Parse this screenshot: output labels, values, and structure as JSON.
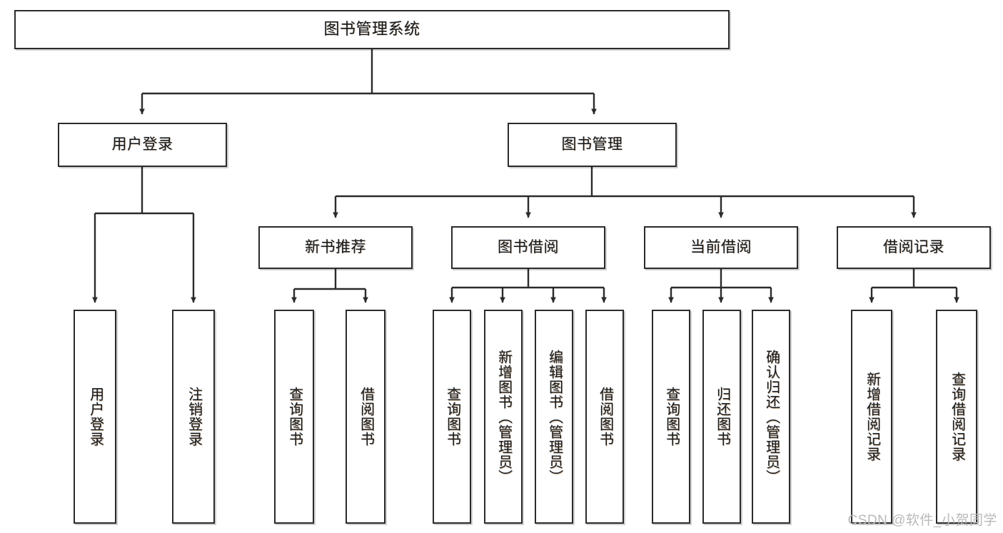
{
  "diagram": {
    "type": "hierarchy-tree",
    "title": "图书管理系统",
    "watermark": "CSDN @软件_小贺同学",
    "colors": {
      "stroke": "#2b2b2b",
      "fill": "#ffffff",
      "text": "#1a1a1a",
      "watermark": "#b9b9b9"
    },
    "nodes": {
      "root": {
        "label": "图书管理系统"
      },
      "level2": [
        {
          "id": "user-login",
          "label": "用户登录"
        },
        {
          "id": "book-manage",
          "label": "图书管理"
        }
      ],
      "level3": [
        {
          "id": "new-book-rec",
          "label": "新书推荐"
        },
        {
          "id": "book-borrow",
          "label": "图书借阅"
        },
        {
          "id": "current-borrow",
          "label": "当前借阅"
        },
        {
          "id": "borrow-record",
          "label": "借阅记录"
        }
      ],
      "leaves": [
        {
          "id": "leaf-user-login",
          "label": "用户登录",
          "parent": "user-login"
        },
        {
          "id": "leaf-user-logout",
          "label": "注销登录",
          "parent": "user-login"
        },
        {
          "id": "leaf-query-book-1",
          "label": "查询图书",
          "parent": "new-book-rec"
        },
        {
          "id": "leaf-borrow-book-1",
          "label": "借阅图书",
          "parent": "new-book-rec"
        },
        {
          "id": "leaf-query-book-2",
          "label": "查询图书",
          "parent": "book-borrow"
        },
        {
          "id": "leaf-add-book",
          "label": "新增图书（管理员）",
          "parent": "book-borrow"
        },
        {
          "id": "leaf-edit-book",
          "label": "编辑图书（管理员）",
          "parent": "book-borrow"
        },
        {
          "id": "leaf-borrow-book-2",
          "label": "借阅图书",
          "parent": "book-borrow"
        },
        {
          "id": "leaf-query-book-3",
          "label": "查询图书",
          "parent": "current-borrow"
        },
        {
          "id": "leaf-return-book",
          "label": "归还图书",
          "parent": "current-borrow"
        },
        {
          "id": "leaf-confirm-return",
          "label": "确认归还（管理员）",
          "parent": "current-borrow"
        },
        {
          "id": "leaf-add-record",
          "label": "新增借阅记录",
          "parent": "borrow-record"
        },
        {
          "id": "leaf-query-record",
          "label": "查询借阅记录",
          "parent": "borrow-record"
        }
      ]
    }
  }
}
